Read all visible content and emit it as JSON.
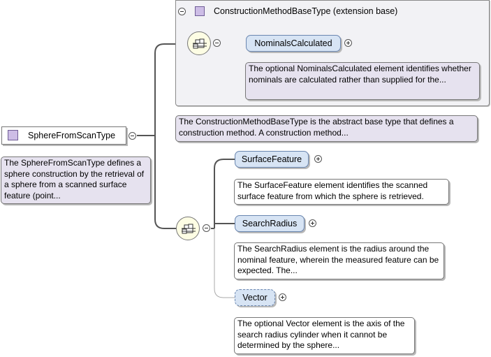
{
  "extension": {
    "title": "ConstructionMethodBaseType (extension base)",
    "element": "NominalsCalculated",
    "element_note": "The optional NominalsCalculated element identifies whether nominals are calculated rather than supplied for the...",
    "base_note": "The ConstructionMethodBaseType is the abstract base type that defines a construction method. A construction method..."
  },
  "main_type": {
    "label": "SphereFromScanType",
    "note": "The SphereFromScanType defines a sphere construction by the retrieval of a sphere from a scanned surface feature (point..."
  },
  "sequence_elements": [
    {
      "label": "SurfaceFeature",
      "note": "The SurfaceFeature element identifies the scanned surface feature from which the sphere is retrieved."
    },
    {
      "label": "SearchRadius",
      "note": "The SearchRadius element is the radius around the nominal feature, wherein the measured feature can be expected. The..."
    },
    {
      "label": "Vector",
      "note": "The optional Vector element is the axis of the search radius cylinder when it cannot be determined by the sphere..."
    }
  ],
  "icons": {
    "type_icon": "complex-type-icon",
    "sequence_icon": "sequence-compositor-icon",
    "collapse_icon": "collapse-minus-icon",
    "expand_icon": "expand-plus-icon"
  },
  "colors": {
    "type_fill": "#cdbde6",
    "element_fill": "#d7e4f4",
    "note_fill": "#e6e2ef",
    "sequence_fill": "#fdfde4",
    "extension_fill": "#f2f2f5"
  }
}
